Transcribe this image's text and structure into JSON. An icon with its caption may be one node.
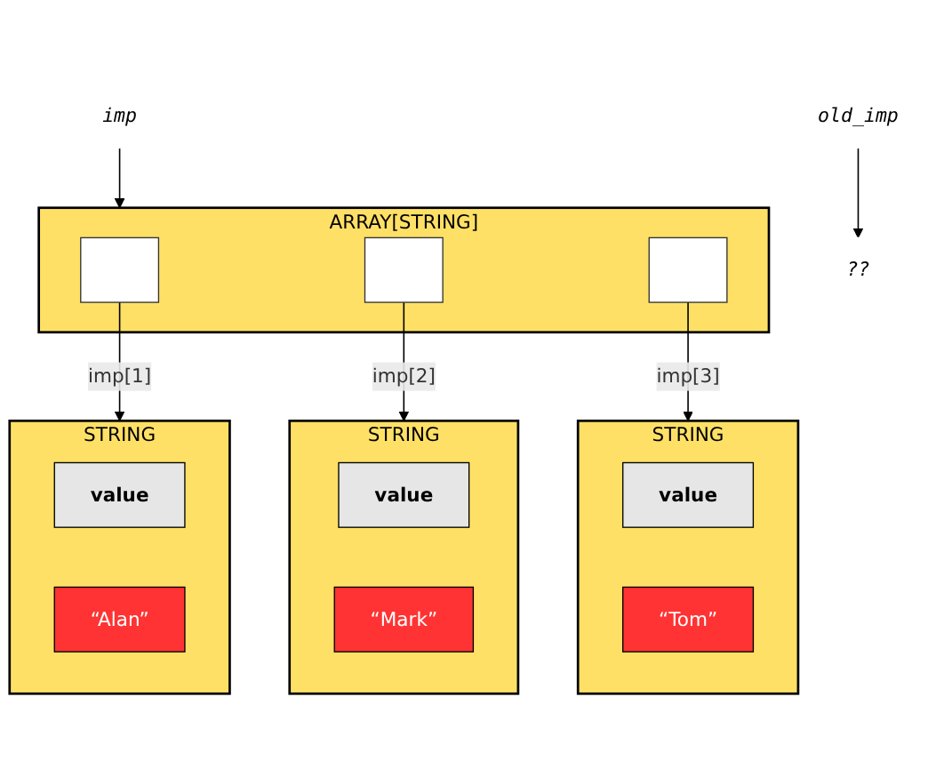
{
  "diagram": {
    "nodes": [
      {
        "text": [
          "imp"
        ]
      },
      {
        "text": [
          "ARRAY[STRING]"
        ]
      },
      {
        "text": [],
        "shape": "box",
        "in": 1
      },
      {
        "text": [],
        "shape": "box",
        "in": 1
      },
      {
        "text": [],
        "shape": "box",
        "in": 1
      },
      {
        "text": [
          "STRING"
        ]
      },
      {
        "text": [
          "value"
        ],
        "in": 5
      },
      {
        "text": [
          "“Alan”"
        ],
        "in": 5
      },
      {
        "text": [
          "STRING"
        ]
      },
      {
        "text": [
          "value"
        ],
        "in": 8
      },
      {
        "text": [
          "“Mark”"
        ],
        "in": 8
      },
      {
        "text": [
          "STRING"
        ]
      },
      {
        "text": [
          "value"
        ],
        "in": 11
      },
      {
        "text": [
          "“Tom”"
        ],
        "in": 11
      },
      {
        "text": [
          "??"
        ]
      },
      {
        "text": [
          "old_imp"
        ]
      }
    ],
    "edges": [
      {
        "from": 0,
        "to": 1,
        "arrow": "to"
      },
      {
        "from": 2,
        "to": 5,
        "arrow": "to",
        "label": "imp[1]"
      },
      {
        "from": 3,
        "to": 8,
        "arrow": "to",
        "label": "imp[2]"
      },
      {
        "from": 4,
        "to": 11,
        "arrow": "to",
        "label": "imp[3]"
      },
      {
        "from": 15,
        "to": 14,
        "arrow": "to"
      }
    ]
  }
}
